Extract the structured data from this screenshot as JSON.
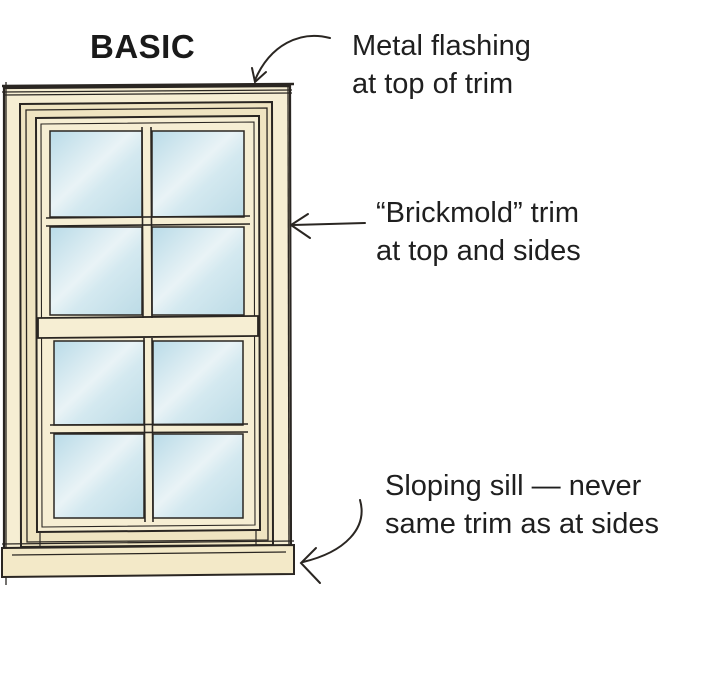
{
  "diagram": {
    "title": "BASIC",
    "callouts": [
      {
        "lines": [
          "Metal flashing",
          "at top of trim"
        ]
      },
      {
        "lines": [
          "“Brickmold” trim",
          "at top and sides"
        ]
      },
      {
        "lines": [
          "Sloping sill — never",
          "same trim as at sides"
        ]
      }
    ]
  },
  "colors": {
    "trim": "#f6eed3",
    "trim_shade": "#e9dcb4",
    "glass": "#cfe6ef",
    "glass_highlight": "#f2f8fa",
    "outline": "#2a2622",
    "text": "#1f1f1f"
  }
}
